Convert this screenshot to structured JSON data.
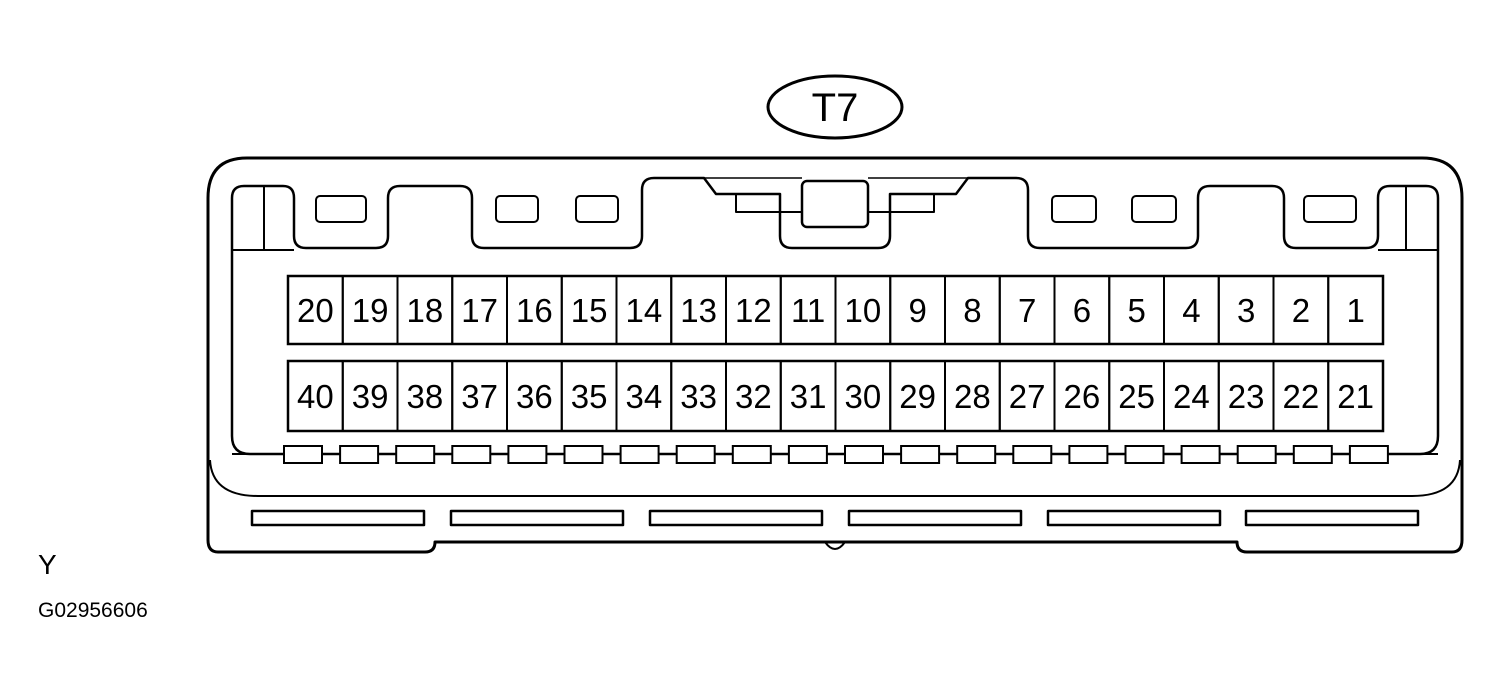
{
  "connector": {
    "id_label": "T7",
    "color_code": "Y",
    "figure_code": "G02956606"
  },
  "pins": {
    "top_row": [
      "20",
      "19",
      "18",
      "17",
      "16",
      "15",
      "14",
      "13",
      "12",
      "11",
      "10",
      "9",
      "8",
      "7",
      "6",
      "5",
      "4",
      "3",
      "2",
      "1"
    ],
    "bottom_row": [
      "40",
      "39",
      "38",
      "37",
      "36",
      "35",
      "34",
      "33",
      "32",
      "31",
      "30",
      "29",
      "28",
      "27",
      "26",
      "25",
      "24",
      "23",
      "22",
      "21"
    ]
  },
  "colors": {
    "line": "#000000",
    "background": "#ffffff"
  }
}
